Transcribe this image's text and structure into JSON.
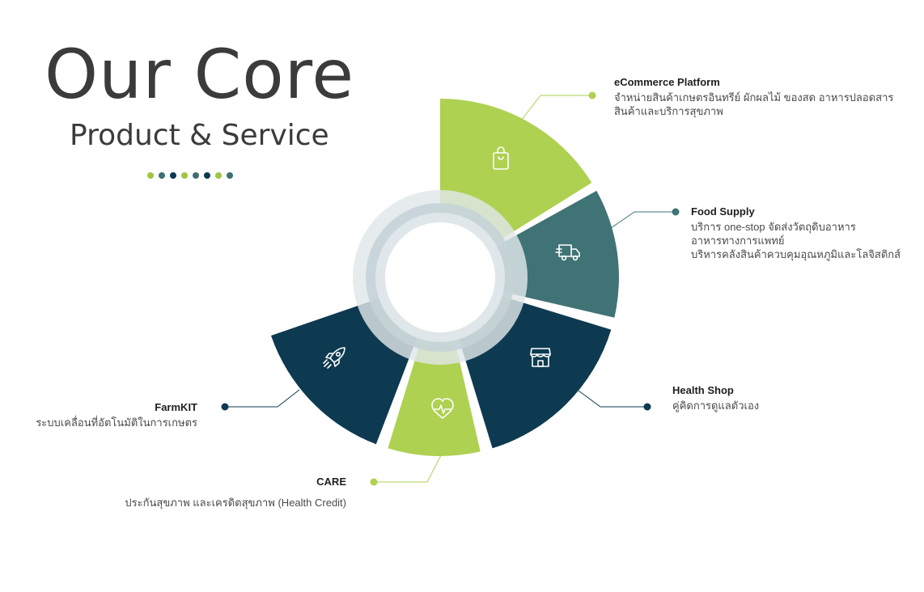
{
  "header": {
    "title": "Our Core",
    "subtitle": "Product & Service",
    "dot_colors": [
      "#9ec642",
      "#3e6f72",
      "#0d3a4f",
      "#9ec642",
      "#3e6f72",
      "#0d3a4f",
      "#9ec642",
      "#3e6f72"
    ]
  },
  "colors": {
    "lime": "#aed151",
    "teal": "#407375",
    "navy": "#0d3a50",
    "ring_outer": "#e1e6e9",
    "ring_mid": "#c5d3d7"
  },
  "segments": [
    {
      "key": "ecommerce",
      "title": "eCommerce Platform",
      "desc": "จำหน่ายสินค้าเกษตรอินทรีย์ ผักผลไม้ ของสด อาหารปลอดสาร\nสินค้าและบริการสุขภาพ",
      "icon": "shopping-bag-icon",
      "color": "#aed151"
    },
    {
      "key": "food-supply",
      "title": "Food Supply",
      "desc": "บริการ one-stop จัดส่งวัตถุดิบอาหาร\nอาหารทางการแพทย์\nบริหารคลังสินค้าควบคุมอุณหภูมิและโลจิสติกส์",
      "icon": "delivery-truck-icon",
      "color": "#407375"
    },
    {
      "key": "health-shop",
      "title": "Health Shop",
      "desc": "คู่คิดการดูแลตัวเอง",
      "icon": "storefront-icon",
      "color": "#0d3a50"
    },
    {
      "key": "care",
      "title": "CARE",
      "desc": "ประกันสุขภาพ และเครดิตสุขภาพ (Health Credit)",
      "icon": "heartbeat-icon",
      "color": "#aed151"
    },
    {
      "key": "farmkit",
      "title": "FarmKIT",
      "desc": "ระบบเคลื่อนที่อัตโนมัติในการเกษตร",
      "icon": "rocket-icon",
      "color": "#0d3a50"
    }
  ]
}
